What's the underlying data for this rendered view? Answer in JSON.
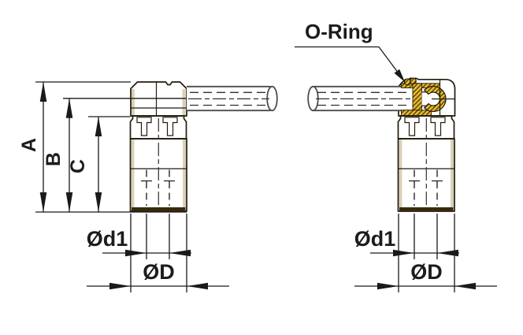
{
  "page": {
    "background": "#ffffff",
    "drawing_type": "fitting-technical-drawing"
  },
  "colors": {
    "brass": "#EABB2B",
    "brass_shadow": "#C9991C",
    "outline": "#231B0D",
    "dimension_line": "#1A1A1A",
    "tube_outline": "#4C4C4C",
    "hatch_line": "#43350B",
    "base_dark": "#372A0B",
    "text": "#1C1C1C"
  },
  "dimensions": {
    "height_a": "A",
    "height_b": "B",
    "height_c": "C",
    "inner_diameter": "Ød1",
    "outer_diameter": "ØD"
  },
  "annotations": {
    "oring_label": "O-Ring"
  }
}
